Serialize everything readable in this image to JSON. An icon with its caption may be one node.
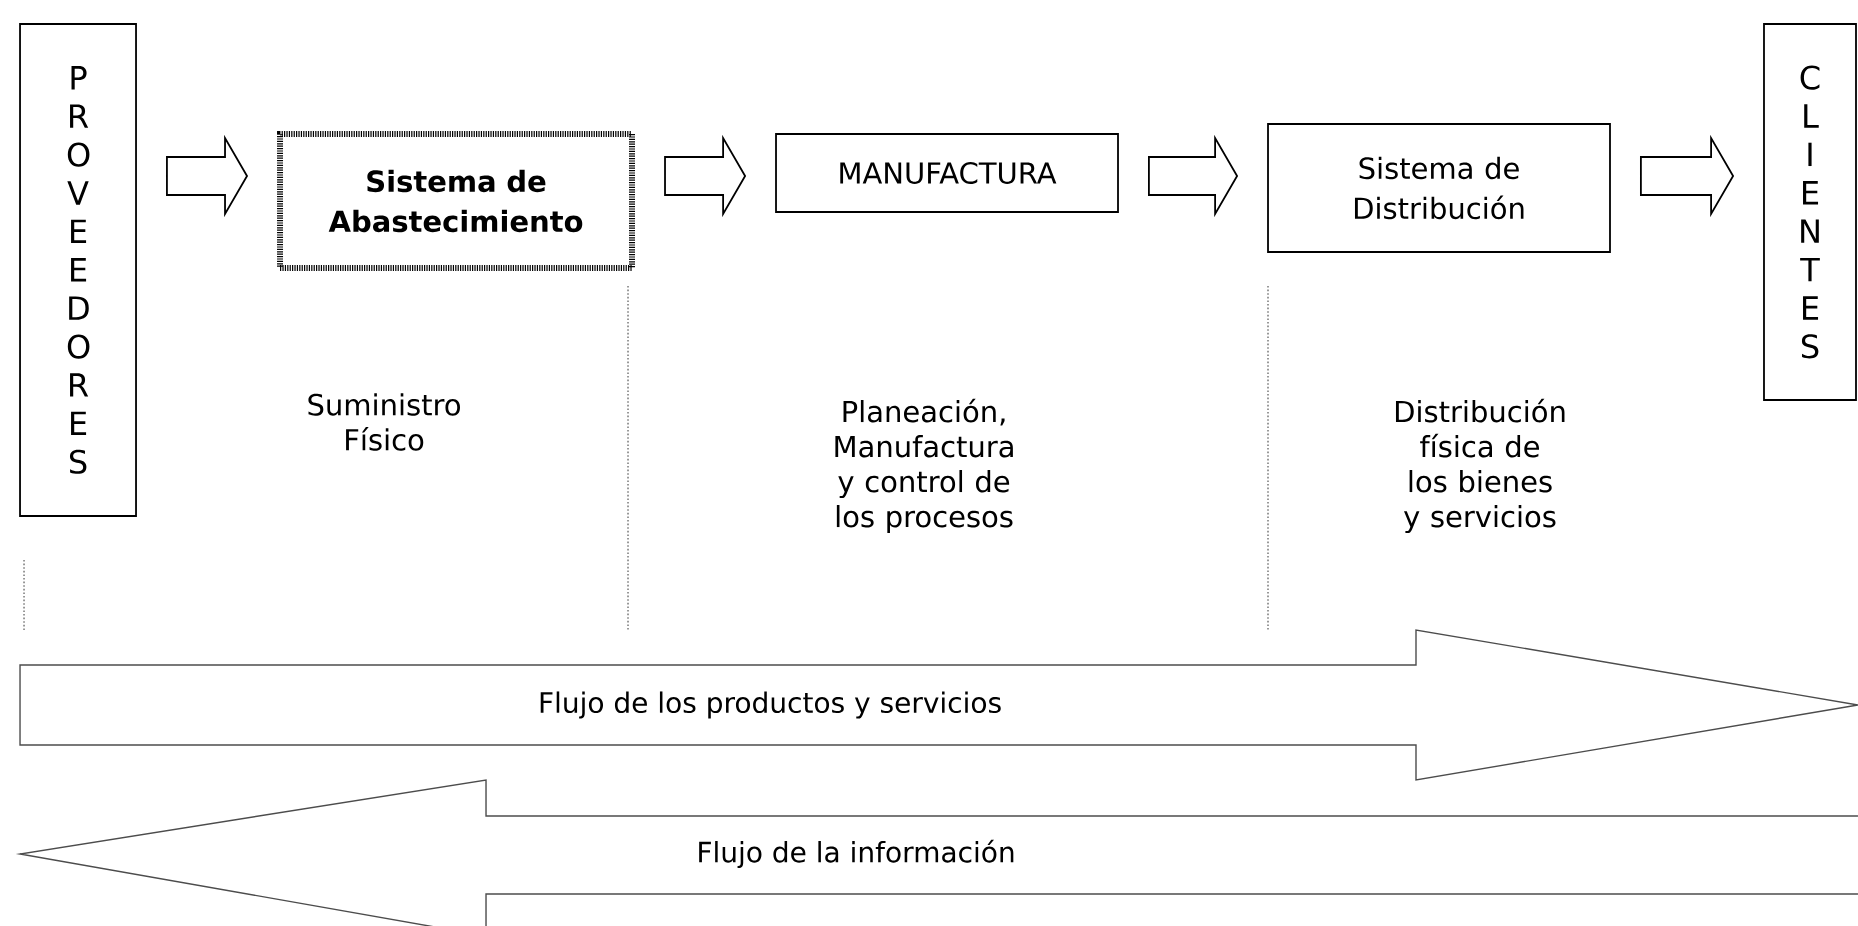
{
  "diagram": {
    "nodes": [
      {
        "text": [
          "PROVEEDORES"
        ]
      },
      {
        "text": [
          "Sistema de Abastecimiento"
        ]
      },
      {
        "text": [
          "MANUFACTURA"
        ]
      },
      {
        "text": [
          "Sistema de Distribución"
        ]
      },
      {
        "text": [
          "CLIENTES"
        ]
      },
      {
        "text": [
          "Flujo de los productos y servicios"
        ]
      },
      {
        "text": [
          "Flujo de la información"
        ]
      }
    ],
    "edges": [
      {
        "from": 0,
        "to": 1,
        "arrow": "to"
      },
      {
        "from": 1,
        "to": 2,
        "arrow": "to"
      },
      {
        "from": 2,
        "to": 3,
        "arrow": "to"
      },
      {
        "from": 3,
        "to": 4,
        "arrow": "to"
      }
    ],
    "labels": [
      "Suministro Físico",
      "Planeación, Manufactura y control de los procesos",
      "Distribución física de los bienes y servicios"
    ]
  }
}
